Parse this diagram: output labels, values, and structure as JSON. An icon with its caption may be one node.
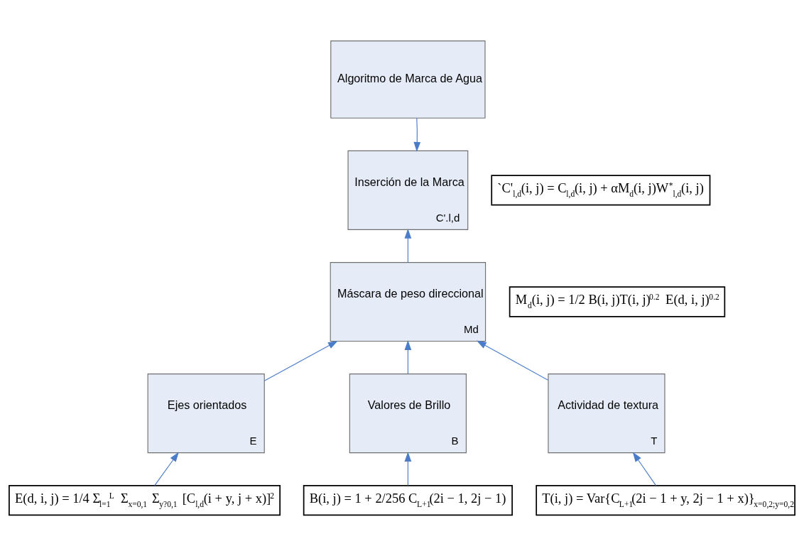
{
  "diagram": {
    "nodes": [
      {
        "text": [
          "Algoritmo de Marca de Agua"
        ]
      },
      {
        "text": [
          "Inserción de la Marca",
          "C'.l,d"
        ]
      },
      {
        "text": [
          "`C'$_{l,d}$(i, j) = C$_{l,d}$(i, j) + αM$_{d}$(i, j)W$^{*}$$_{l,d}$(i, j)"
        ]
      },
      {
        "text": [
          "M$_{d}$(i, j) = 1/2 B(i, j)T(i, j)$^{0.2}$ E(d, i, j)$^{0.2}$"
        ]
      },
      {
        "text": [
          "Máscara de peso direccional",
          "Md"
        ]
      },
      {
        "text": [
          "Ejes orientados",
          "E"
        ]
      },
      {
        "text": [
          "Valores de Brillo",
          "B"
        ]
      },
      {
        "text": [
          "Actividad de textura",
          "T"
        ]
      },
      {
        "text": [
          "E(d, i, j) = 1/4 Σ$_{l=1}$$^{L}$ Σ$_{x=0,1}$ Σ$_{y?0,1}$ [C$_{l,d}$(i + y, j + x)]$^{2}$"
        ]
      },
      {
        "text": [
          "B(i, j) = 1 + 2/256 C$_{L+1}$(2i − 1, 2j − 1)"
        ]
      },
      {
        "text": [
          "T(i, j) = Var{C$_{L+1}$(2i − 1 + y, 2j − 1 + x)}$_{x=0,2;y=0,2}$"
        ]
      }
    ],
    "edges": [
      {
        "from": 0,
        "to": 1,
        "arrow": "to"
      },
      {
        "from": 4,
        "to": 1,
        "arrow": "to"
      },
      {
        "from": 5,
        "to": 4,
        "arrow": "to"
      },
      {
        "from": 6,
        "to": 4,
        "arrow": "to"
      },
      {
        "from": 7,
        "to": 4,
        "arrow": "to"
      },
      {
        "from": 8,
        "to": 5,
        "arrow": "to"
      },
      {
        "from": 10,
        "to": 7,
        "arrow": "to"
      },
      {
        "from": 9,
        "to": 6,
        "arrow": "to"
      }
    ]
  }
}
